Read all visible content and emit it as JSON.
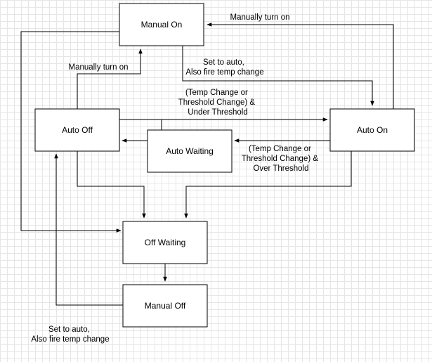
{
  "nodes": {
    "manual_on": "Manual On",
    "auto_off": "Auto Off",
    "auto_waiting": "Auto Waiting",
    "auto_on": "Auto On",
    "off_waiting": "Off Waiting",
    "manual_off": "Manual Off"
  },
  "edges": {
    "auto_on_to_manual_on": "Manually turn on",
    "auto_off_to_manual_on": "Manually turn on",
    "manual_on_to_auto_on": [
      "Set to auto,",
      "Also fire temp change"
    ],
    "auto_off_to_auto_on": [
      "(Temp Change or",
      "Threshold Change) &",
      "Under Threshold"
    ],
    "auto_on_to_auto_off": [
      "(Temp Change or",
      "Threshold Change) &",
      "Over Threshold"
    ],
    "manual_off_to_auto_off": [
      "Set to auto,",
      "Also fire temp change"
    ]
  }
}
